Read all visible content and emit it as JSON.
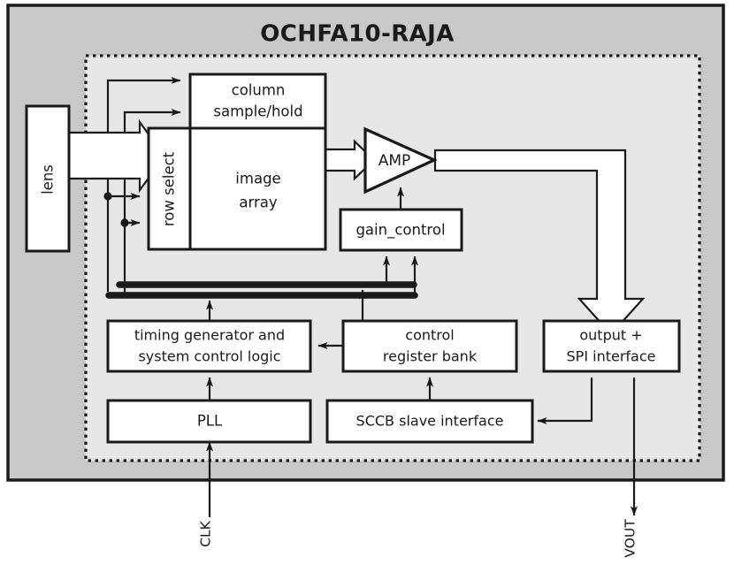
{
  "diagram": {
    "title": "OCHFA10-RAJA",
    "type": "block-diagram",
    "background_color": "#ffffff",
    "chip_fill_color": "#c9c9c9",
    "core_fill_color": "#e7e7e7",
    "block_fill_color": "#ffffff",
    "line_color": "#1a1a1a"
  },
  "blocks": {
    "lens": {
      "label": "lens",
      "orientation": "vertical"
    },
    "row_select": {
      "label": "row select",
      "orientation": "vertical"
    },
    "column_sample_hold": {
      "line1": "column",
      "line2": "sample/hold"
    },
    "image_array": {
      "line1": "image",
      "line2": "array"
    },
    "amp": {
      "label": "AMP",
      "shape": "triangle"
    },
    "gain_control": {
      "label": "gain_control"
    },
    "timing_generator": {
      "line1": "timing generator and",
      "line2": "system control logic"
    },
    "control_register_bank": {
      "line1": "control",
      "line2": "register bank"
    },
    "output_spi": {
      "line1": "output +",
      "line2": "SPI interface"
    },
    "pll": {
      "label": "PLL"
    },
    "sccb": {
      "label": "SCCB slave interface"
    }
  },
  "pins": {
    "clk": {
      "label": "CLK",
      "direction": "input"
    },
    "vout": {
      "label": "VOUT",
      "direction": "output"
    }
  }
}
